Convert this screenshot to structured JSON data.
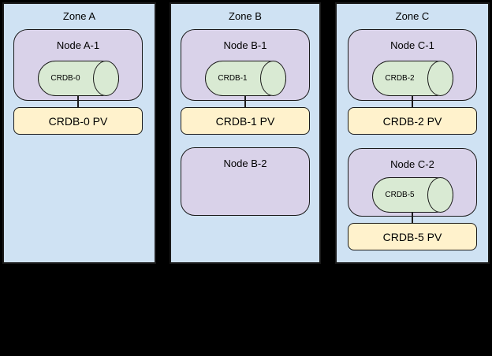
{
  "colors": {
    "background": "#000000",
    "zone_fill": "#cfe2f3",
    "node_fill": "#d9d2e9",
    "cylinder_fill": "#d9ead3",
    "pv_fill": "#fff2cc",
    "stroke": "#1a1a1a"
  },
  "zones": [
    {
      "label": "Zone A",
      "nodes": [
        {
          "label": "Node A-1",
          "pod": "CRDB-0"
        }
      ],
      "pvs": [
        {
          "label": "CRDB-0 PV"
        }
      ]
    },
    {
      "label": "Zone B",
      "nodes": [
        {
          "label": "Node B-1",
          "pod": "CRDB-1"
        },
        {
          "label": "Node B-2"
        }
      ],
      "pvs": [
        {
          "label": "CRDB-1 PV"
        }
      ]
    },
    {
      "label": "Zone C",
      "nodes": [
        {
          "label": "Node C-1",
          "pod": "CRDB-2"
        },
        {
          "label": "Node C-2",
          "pod": "CRDB-5"
        }
      ],
      "pvs": [
        {
          "label": "CRDB-2 PV"
        },
        {
          "label": "CRDB-5 PV"
        }
      ]
    }
  ]
}
